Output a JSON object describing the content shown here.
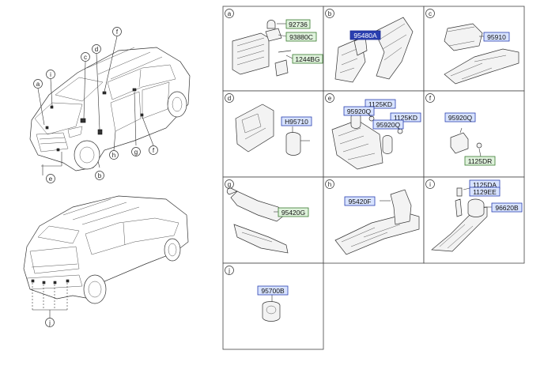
{
  "car_callouts": [
    "a",
    "i",
    "c",
    "d",
    "f",
    "e",
    "h",
    "b",
    "g",
    "f",
    "j"
  ],
  "cells": [
    {
      "letter": "a",
      "parts": [
        {
          "code": "92736",
          "style": "green"
        },
        {
          "code": "93880C",
          "style": "green"
        },
        {
          "code": "1244BG",
          "style": "green"
        }
      ]
    },
    {
      "letter": "b",
      "parts": [
        {
          "code": "95480A",
          "style": "selected"
        }
      ]
    },
    {
      "letter": "c",
      "parts": [
        {
          "code": "95910",
          "style": "blue"
        }
      ]
    },
    {
      "letter": "d",
      "parts": [
        {
          "code": "H95710",
          "style": "blue"
        }
      ]
    },
    {
      "letter": "e",
      "parts": [
        {
          "code": "1125KD",
          "style": "blue"
        },
        {
          "code": "95920Q",
          "style": "blue"
        },
        {
          "code": "1125KD",
          "style": "blue"
        },
        {
          "code": "95920Q",
          "style": "blue"
        }
      ]
    },
    {
      "letter": "f",
      "parts": [
        {
          "code": "95920Q",
          "style": "blue"
        },
        {
          "code": "1125DR",
          "style": "green"
        }
      ]
    },
    {
      "letter": "g",
      "parts": [
        {
          "code": "95420G",
          "style": "green"
        }
      ]
    },
    {
      "letter": "h",
      "parts": [
        {
          "code": "95420F",
          "style": "blue"
        }
      ]
    },
    {
      "letter": "i",
      "parts": [
        {
          "code": "1125DA",
          "style": "blue"
        },
        {
          "code": "1129EE",
          "style": "blue"
        },
        {
          "code": "96620B",
          "style": "blue"
        }
      ]
    },
    {
      "letter": "j",
      "parts": [
        {
          "code": "95700B",
          "style": "blue"
        }
      ]
    }
  ]
}
